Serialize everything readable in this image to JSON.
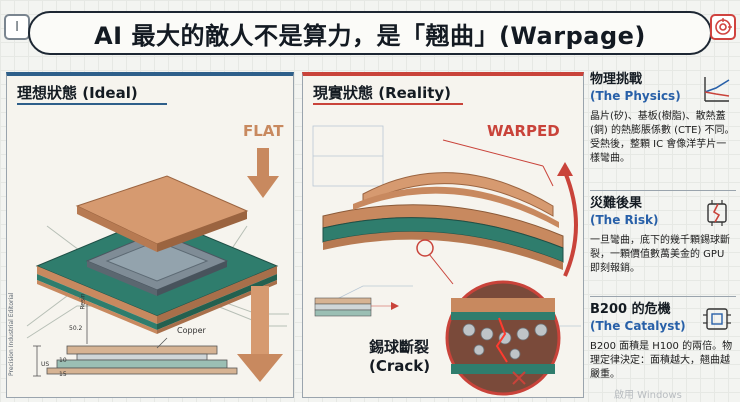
{
  "header": {
    "title": "AI 最大的敵人不是算力，是「翹曲」(Warpage)",
    "left_icon": "I",
    "right_icon": "target-icon"
  },
  "ideal_panel": {
    "heading": "理想狀態 (Ideal)",
    "flat_label": "FLAT",
    "copper_label": "Copper",
    "resin_label": "Resin",
    "side_note": "Precision Industrial Editorial",
    "dim_labels": [
      "US",
      "10",
      "15",
      "50.2"
    ]
  },
  "reality_panel": {
    "heading": "現實狀態 (Reality)",
    "warped_label": "WARPED",
    "crack_label_zh": "錫球斷裂",
    "crack_label_en": "(Crack)"
  },
  "sidebar": {
    "physics": {
      "title": "物理挑戰",
      "subtitle": "(The Physics)",
      "body": "晶片(矽)、基板(樹脂)、散熱蓋(銅) 的熱膨脹係數 (CTE) 不同。受熱後，整顆 IC 會像洋芋片一樣彎曲。"
    },
    "risk": {
      "title": "災難後果",
      "subtitle": "(The Risk)",
      "body": "一旦彎曲，底下的幾千顆錫球斷裂，一顆價值數萬美金的 GPU 即刻報銷。"
    },
    "catalyst": {
      "title": "B200 的危機",
      "subtitle": "(The Catalyst)",
      "body": "B200 面積是 H100 的兩倍。物理定律決定：面積越大，翹曲越嚴重。"
    }
  },
  "watermark": "啟用 Windows",
  "colors": {
    "copper": "#c8895f",
    "substrate": "#2f7d6d",
    "accent_red": "#c9433a",
    "accent_blue": "#2860a8"
  }
}
